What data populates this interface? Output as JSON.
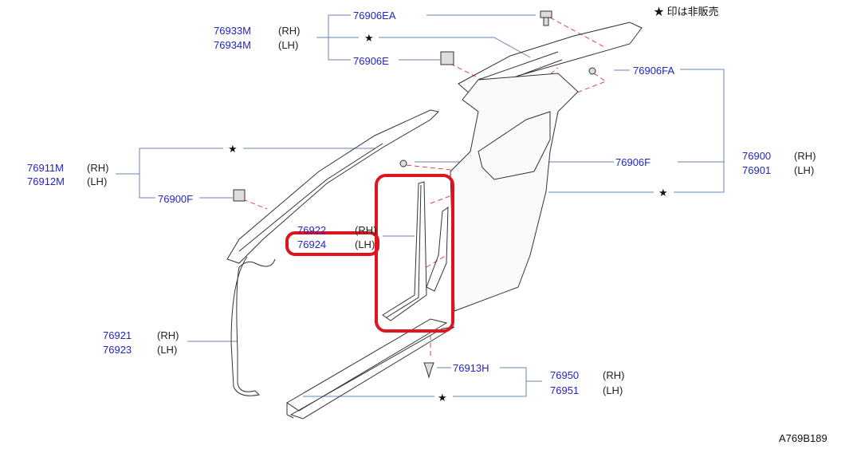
{
  "note": "★ 印は非販売",
  "diagram_code": "A769B189",
  "side_rh": "(RH)",
  "side_lh": "(LH)",
  "star": "★",
  "parts": {
    "p76906EA": "76906EA",
    "p76933M": "76933M",
    "p76934M": "76934M",
    "p76906E": "76906E",
    "p76906FA": "76906FA",
    "p76911M": "76911M",
    "p76912M": "76912M",
    "p76900F": "76900F",
    "p76906F": "76906F",
    "p76900": "76900",
    "p76901": "76901",
    "p76922": "76922",
    "p76924": "76924",
    "p76921": "76921",
    "p76923": "76923",
    "p76913H": "76913H",
    "p76950": "76950",
    "p76951": "76951"
  },
  "colors": {
    "part_number": "#2323c8",
    "highlight": "#e0141e",
    "leader": "#5a7aa8",
    "hidden_line": "#e04848"
  }
}
